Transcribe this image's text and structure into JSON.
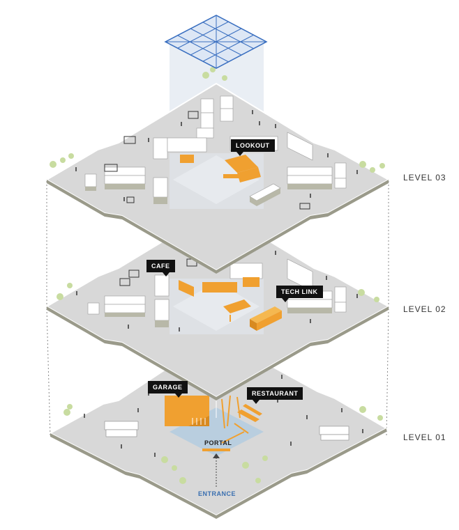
{
  "levels": {
    "level03": "LEVEL 03",
    "level02": "LEVEL 02",
    "level01": "LEVEL 01"
  },
  "callouts": {
    "lookout": "LOOKOUT",
    "cafe": "CAFE",
    "tech_link": "TECH LINK",
    "garage": "GARAGE",
    "restaurant": "RESTAURANT"
  },
  "labels": {
    "portal": "PORTAL",
    "entrance": "ENTRANCE"
  },
  "colors": {
    "floor": "#d8d8d8",
    "floor_edge": "#ffffff",
    "atrium_light": "#e4eaf1",
    "accent_orange": "#f0a030",
    "callout_bg": "#111111",
    "roof_blue": "#3a6fc0",
    "entrance_blue": "#3a6fb0",
    "portal_blue": "#b4cde0",
    "tree_green": "#c8dca0"
  }
}
